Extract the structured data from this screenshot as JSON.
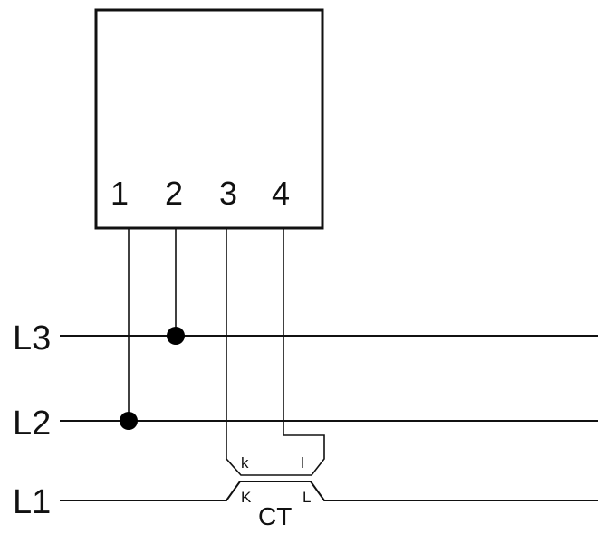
{
  "meter": {
    "terminals": [
      "1",
      "2",
      "3",
      "4"
    ]
  },
  "lines": {
    "l3": "L3",
    "l2": "L2",
    "l1": "L1"
  },
  "ct": {
    "label": "CT",
    "secondary_k": "k",
    "secondary_l": "l",
    "primary_k": "K",
    "primary_l": "L"
  }
}
